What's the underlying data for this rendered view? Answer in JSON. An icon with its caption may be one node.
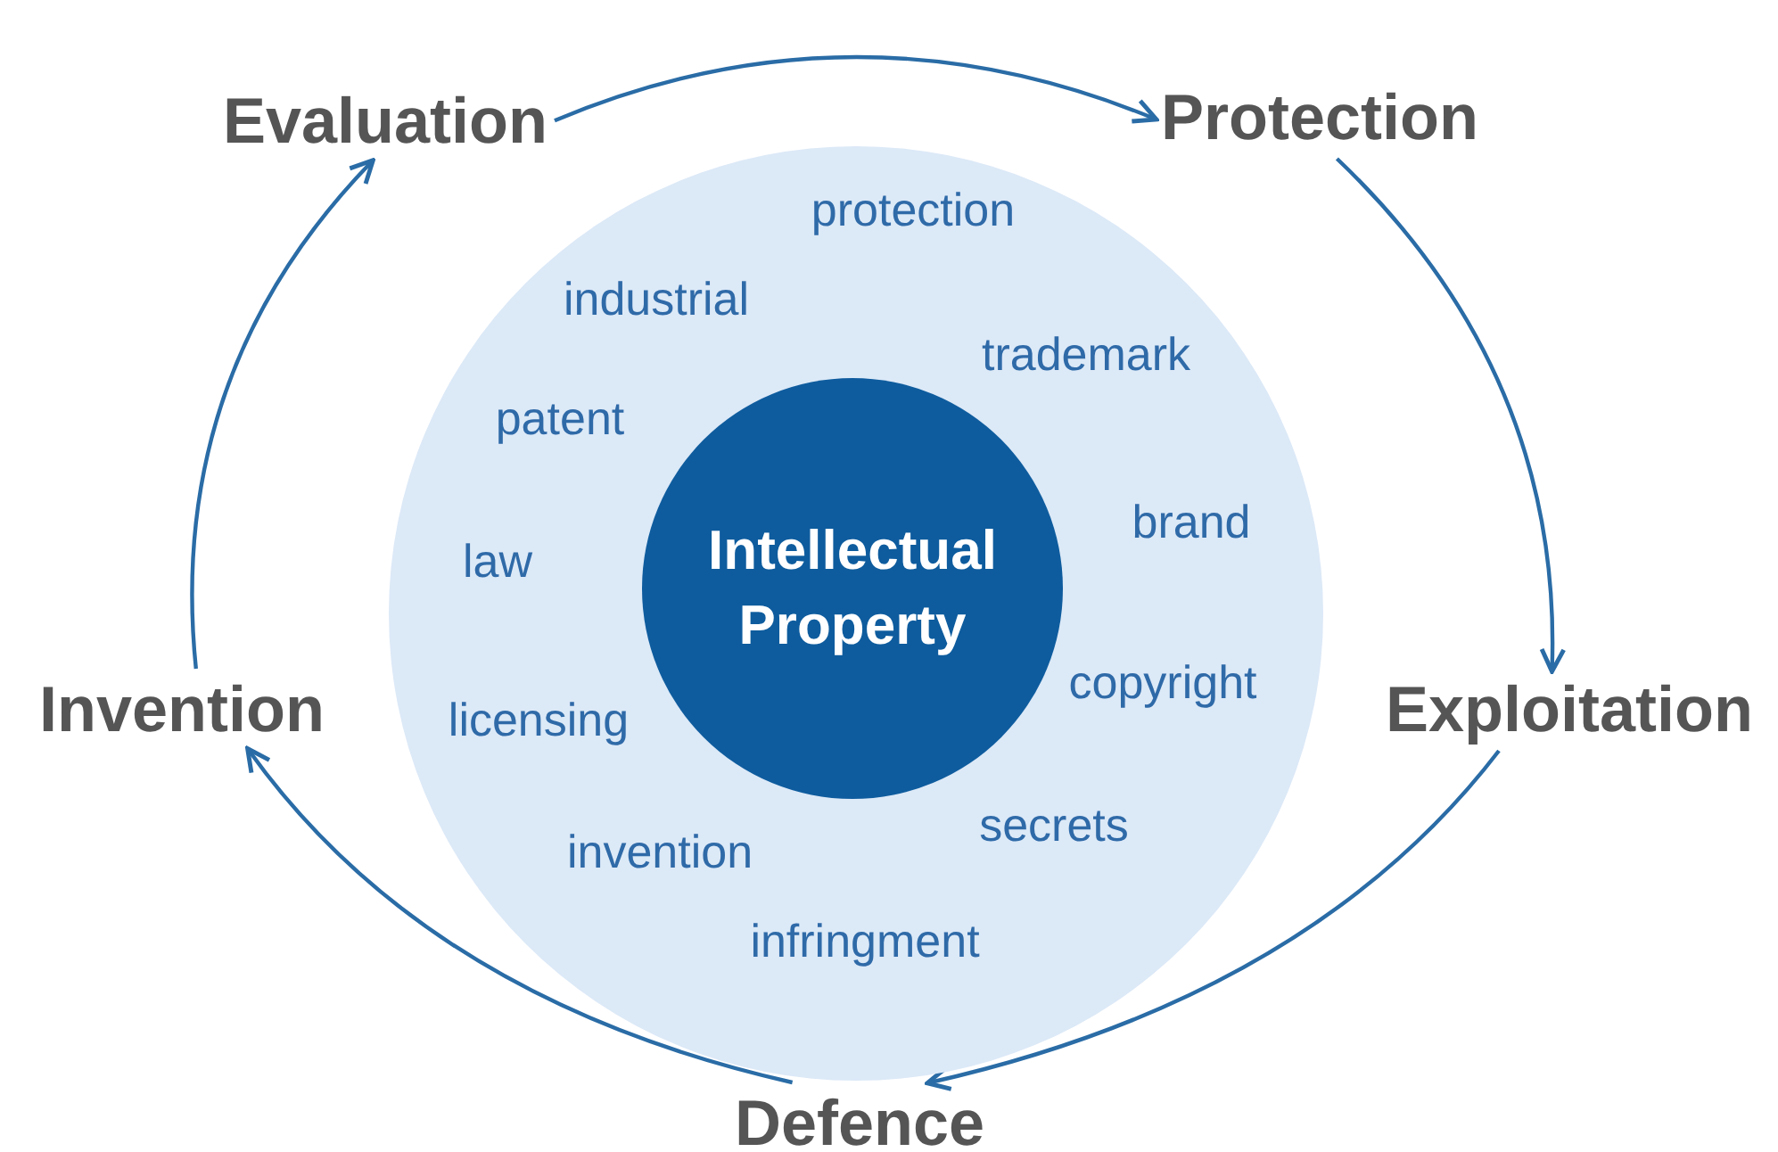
{
  "diagram": {
    "nodes": [
      {
        "text": [
          "Evaluation"
        ]
      },
      {
        "text": [
          "Protection"
        ]
      },
      {
        "text": [],
        "shape": "circle"
      },
      {
        "text": [
          "Intellectual Property"
        ],
        "in": 2
      },
      {
        "text": [
          "Invention"
        ]
      },
      {
        "text": [
          "Exploitation"
        ]
      },
      {
        "text": [
          "Defence"
        ]
      }
    ],
    "edges": [
      {
        "from": 0,
        "to": 1,
        "arrow": "to"
      },
      {
        "from": 1,
        "to": 5,
        "arrow": "to"
      },
      {
        "from": 5,
        "to": 6,
        "arrow": "to"
      },
      {
        "from": 6,
        "to": 4,
        "arrow": "to"
      },
      {
        "from": 4,
        "to": 0,
        "arrow": "to"
      }
    ],
    "labels": [
      "protection",
      "industrial",
      "trademark",
      "patent",
      "brand",
      "law",
      "licensing",
      "copyright",
      "invention",
      "secrets",
      "infringment"
    ]
  }
}
